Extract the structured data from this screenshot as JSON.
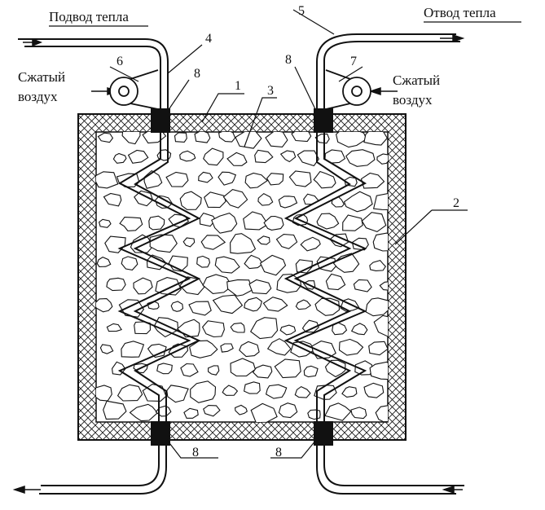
{
  "labels": {
    "heat_in": "Подвод тепла",
    "heat_out": "Отвод тепла",
    "air_left_1": "Сжатый",
    "air_left_2": "воздух",
    "air_right_1": "Сжатый",
    "air_right_2": "воздух"
  },
  "callouts": {
    "n1": "1",
    "n2": "2",
    "n3": "3",
    "n4": "4",
    "n5": "5",
    "n6": "6",
    "n7": "7",
    "n8_top_left": "8",
    "n8_top_right": "8",
    "n8_bottom_left": "8",
    "n8_bottom_right": "8"
  },
  "colors": {
    "line": "#111111",
    "background": "#ffffff"
  }
}
